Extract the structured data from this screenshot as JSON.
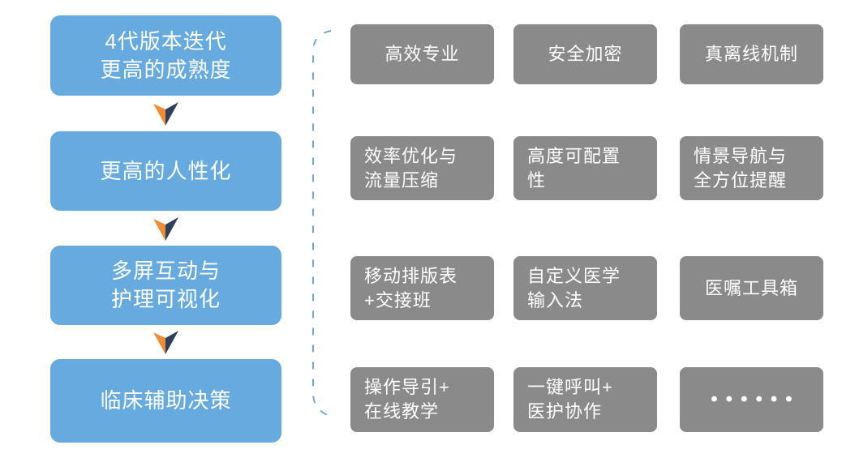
{
  "colors": {
    "step_blue": "#66AADF",
    "feature_gray": "#8A8A8A",
    "arrow_orange": "#EF8B33",
    "arrow_navy": "#2E3F5C",
    "bracket_blue": "#6FA8DC",
    "text_white": "#FFFFFF"
  },
  "flow_steps": [
    {
      "lines": [
        "4代版本迭代",
        "更高的成熟度"
      ]
    },
    {
      "lines": [
        "更高的人性化"
      ]
    },
    {
      "lines": [
        "多屏互动与",
        "护理可视化"
      ]
    },
    {
      "lines": [
        "临床辅助决策"
      ]
    }
  ],
  "feature_rows": [
    [
      {
        "lines": [
          "高效专业"
        ]
      },
      {
        "lines": [
          "安全加密"
        ]
      },
      {
        "lines": [
          "真离线机制"
        ]
      }
    ],
    [
      {
        "lines": [
          "效率优化与",
          "流量压缩"
        ]
      },
      {
        "lines": [
          "高度可配置",
          "性"
        ]
      },
      {
        "lines": [
          "情景导航与",
          "全方位提醒"
        ]
      }
    ],
    [
      {
        "lines": [
          "移动排版表",
          "+交接班"
        ]
      },
      {
        "lines": [
          "自定义医学",
          "输入法"
        ]
      },
      {
        "lines": [
          "医嘱工具箱"
        ]
      }
    ],
    [
      {
        "lines": [
          "操作导引+",
          "在线教学"
        ]
      },
      {
        "lines": [
          "一键呼叫+",
          "医护协作"
        ]
      },
      {
        "lines": [
          "••••••"
        ]
      }
    ]
  ]
}
